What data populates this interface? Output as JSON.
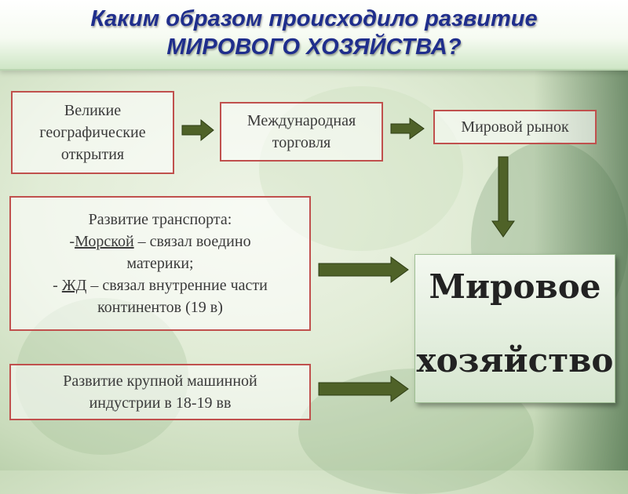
{
  "title": {
    "line1": "Каким образом происходило развитие",
    "line2": "МИРОВОГО ХОЗЯЙСТВА?"
  },
  "nodes": {
    "discoveries": {
      "lines": [
        "Великие",
        "географические",
        "открытия"
      ]
    },
    "trade": {
      "lines": [
        "Международная",
        "торговля"
      ]
    },
    "market": {
      "label": "Мировой рынок"
    },
    "transport": {
      "heading": "Развитие транспорта:",
      "sea_prefix": "-",
      "sea_word": "Морской",
      "sea_text": " – связал воедино",
      "sea_cont": "материки;",
      "rail_prefix": "- ",
      "rail_word": "ЖД",
      "rail_text": " – связал внутренние части",
      "rail_cont": "континентов (19 в)"
    },
    "industry": {
      "lines": [
        "Развитие крупной машинной",
        "индустрии в 18-19 вв"
      ]
    },
    "world_economy": {
      "line1": "Мировое",
      "line2": "хозяйство"
    }
  },
  "colors": {
    "title_text": "#1f2e8c",
    "box_border": "#c0504d",
    "arrow_fill": "#4f6228",
    "arrow_stroke": "#2e3d14"
  }
}
